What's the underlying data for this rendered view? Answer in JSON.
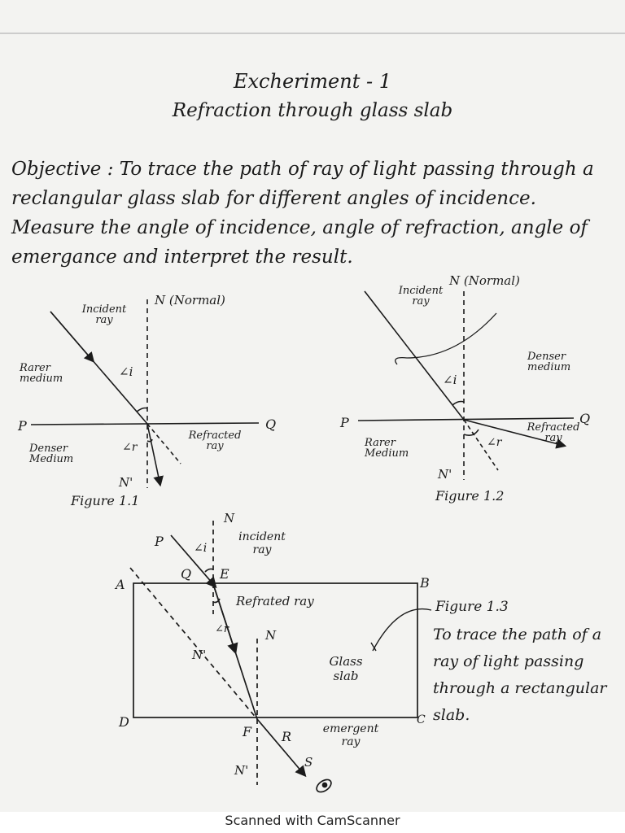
{
  "title": "Excheriment - 1",
  "subtitle": "Refraction through glass slab",
  "objective_label": "Objective :",
  "objective_text": "To trace the path of ray of light passing through a reclangular glass slab for different angles of incidence. Measure the angle of incidence, angle of refraction, angle of emergance and interpret the result.",
  "figure1": {
    "incident_ray": "Incident ray",
    "normal": "N (Normal)",
    "angle_i": "∠i",
    "rarer_medium": "Rarer medium",
    "denser_medium": "Denser Medium",
    "p": "P",
    "q": "Q",
    "refracted_ray": "Refracted ray",
    "angle_r": "∠r",
    "n_prime": "N'",
    "caption": "Figure 1.1"
  },
  "figure2": {
    "incident_ray": "Incident ray",
    "normal": "N (Normal)",
    "angle_i": "∠i",
    "denser_medium": "Denser medium",
    "p": "P",
    "q": "Q",
    "refracted_ray": "Refracted ray",
    "angle_r": "∠r",
    "rarer_medium": "Rarer Medium",
    "n_prime": "N'",
    "caption": "Figure 1.2"
  },
  "figure3": {
    "n_top": "N",
    "p": "P",
    "angle_i": "∠i",
    "incident_ray": "incident ray",
    "q": "Q",
    "e": "E",
    "a": "A",
    "b": "B",
    "refracted_ray": "Refrated ray",
    "angle_r": "∠r",
    "n_inner": "N",
    "n_prime_inner": "N'",
    "glass_slab": "Glass slab",
    "d": "D",
    "c": "C",
    "f": "F",
    "r": "R",
    "emergent_ray": "emergent ray",
    "n_prime_bottom": "N'",
    "s": "S",
    "caption": "Figure 1.3",
    "description": "To trace the path of a ray of light passing through a rectangular slab."
  },
  "footer": "Scanned with CamScanner"
}
